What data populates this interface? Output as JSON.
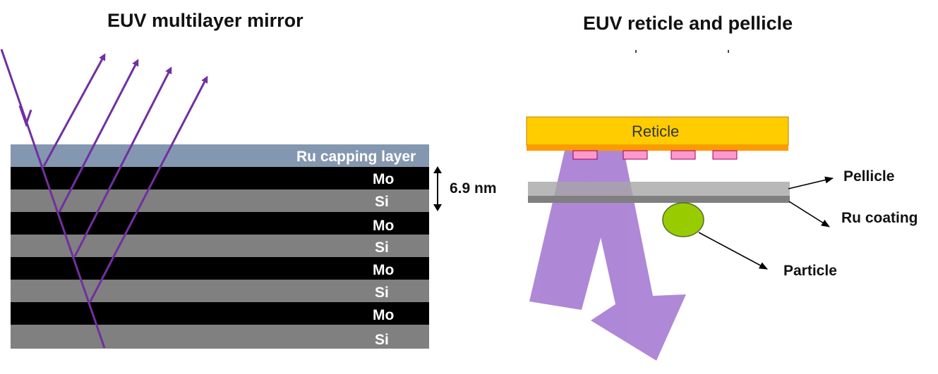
{
  "left_panel": {
    "title": "EUV multilayer mirror",
    "capping_label": "Ru capping layer",
    "layers": [
      "Mo",
      "Si",
      "Mo",
      "Si",
      "Mo",
      "Si",
      "Mo",
      "Si"
    ],
    "period_label": "6.9 nm"
  },
  "right_panel": {
    "title": "EUV  reticle and pellicle",
    "reticle_label": "Reticle",
    "pellicle_label": "Pellicle",
    "coating_label": "Ru coating",
    "particle_label": "Particle"
  },
  "colors": {
    "beam": "#7030a0",
    "capping": "#8497b0",
    "mo_layer": "#000000",
    "si_layer": "#808080",
    "reticle": "#ffcc00",
    "absorber": "#ff99cc",
    "particle": "#99cc00",
    "light_cone": "#9966cc"
  }
}
